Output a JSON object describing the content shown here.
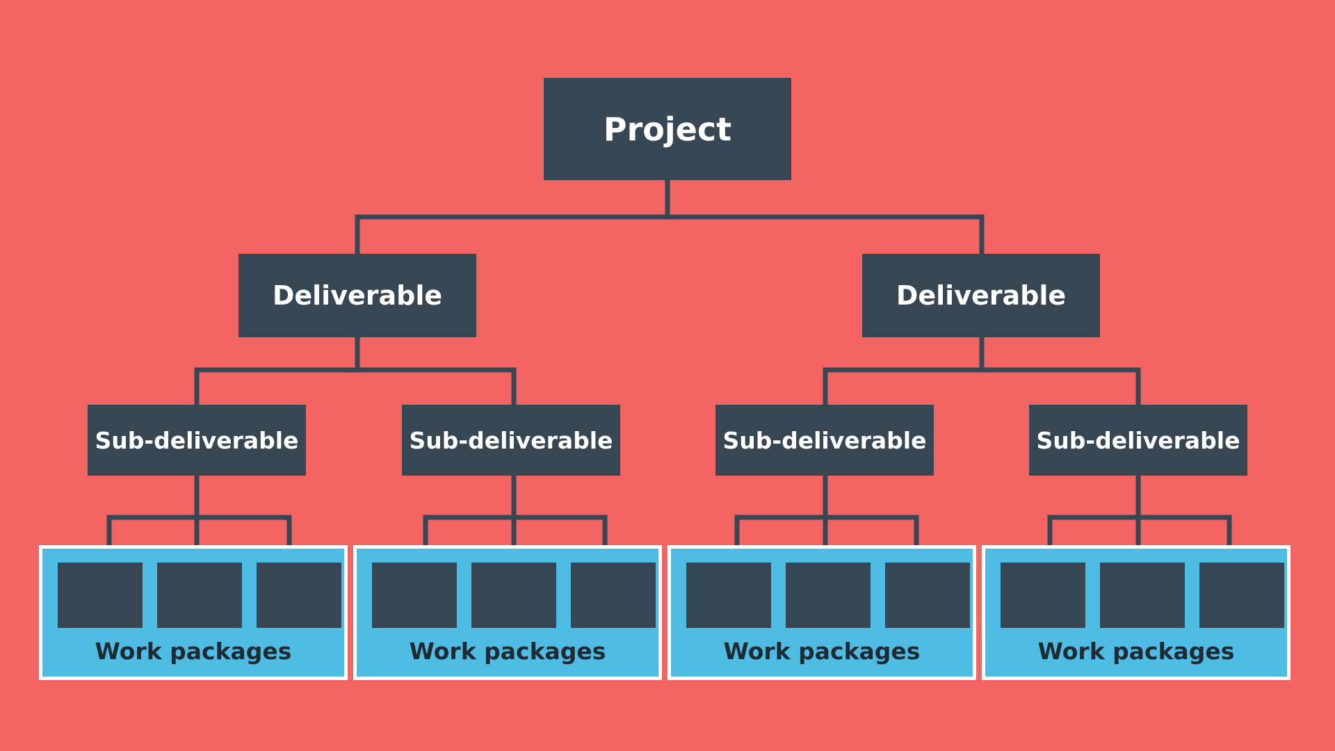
{
  "colors": {
    "background": "#f26563",
    "node": "#374653",
    "connector": "#374653",
    "work_package_group": "#4fbde3",
    "work_package_border": "#ffffff"
  },
  "project": {
    "label": "Project"
  },
  "deliverables": [
    {
      "label": "Deliverable"
    },
    {
      "label": "Deliverable"
    }
  ],
  "sub_deliverables": [
    {
      "label": "Sub-deliverable"
    },
    {
      "label": "Sub-deliverable"
    },
    {
      "label": "Sub-deliverable"
    },
    {
      "label": "Sub-deliverable"
    }
  ],
  "work_package_groups": [
    {
      "label": "Work packages"
    },
    {
      "label": "Work packages"
    },
    {
      "label": "Work packages"
    },
    {
      "label": "Work packages"
    }
  ]
}
